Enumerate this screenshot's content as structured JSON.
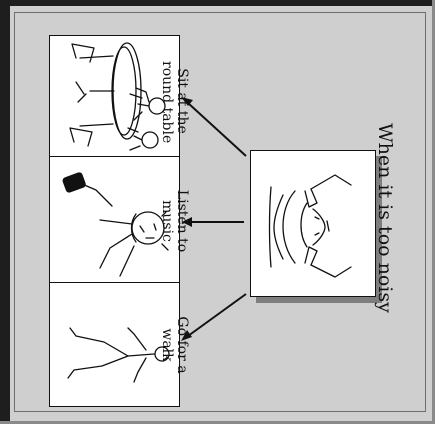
{
  "title": "When it is too noisy",
  "options": [
    {
      "line1": "Sit at the",
      "line2": "round table"
    },
    {
      "line1": "Listen to",
      "line2": "music"
    },
    {
      "line1": "Go for a",
      "line2": "walk"
    }
  ]
}
